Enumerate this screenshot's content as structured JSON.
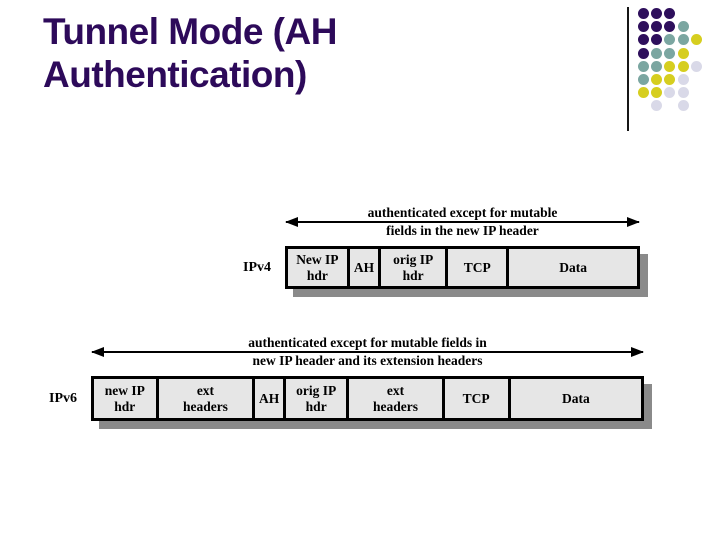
{
  "slide": {
    "title_line1": "Tunnel Mode (AH",
    "title_line2": "Authentication)"
  },
  "palette": {
    "title": "#2D0A5A",
    "box_fill": "#E6E6E6",
    "box_border": "#000000",
    "shadow": "#8A8A8A",
    "arrow": "#000000"
  },
  "decoration": {
    "colors": {
      "P": "#2E0F5C",
      "T": "#7BA6A1",
      "Y": "#D6CE1F",
      "L": "#D9D9E8"
    },
    "grid": [
      [
        "P",
        "P",
        "P",
        "",
        ""
      ],
      [
        "P",
        "P",
        "P",
        "T",
        ""
      ],
      [
        "P",
        "P",
        "T",
        "T",
        "Y"
      ],
      [
        "P",
        "T",
        "T",
        "Y",
        ""
      ],
      [
        "T",
        "T",
        "Y",
        "Y",
        "L"
      ],
      [
        "T",
        "Y",
        "Y",
        "L",
        ""
      ],
      [
        "Y",
        "Y",
        "L",
        "L",
        ""
      ],
      [
        "",
        "L",
        "",
        "L",
        ""
      ]
    ]
  },
  "diagrams": [
    {
      "protocol": "IPv4",
      "annotation_line1": "authenticated except for mutable",
      "annotation_line2": "fields in the new IP header",
      "segments": [
        {
          "label": "New IP\nhdr",
          "width_pct": 17.7
        },
        {
          "label": "AH",
          "width_pct": 9.0
        },
        {
          "label": "orig IP\nhdr",
          "width_pct": 19.2
        },
        {
          "label": "TCP",
          "width_pct": 17.5
        },
        {
          "label": "Data",
          "width_pct": 36.6
        }
      ]
    },
    {
      "protocol": "IPv6",
      "annotation_line1": "authenticated except for mutable fields in",
      "annotation_line2": "new IP header and its extension headers",
      "segments": [
        {
          "label": "new IP\nhdr",
          "width_pct": 11.8
        },
        {
          "label": "ext\nheaders",
          "width_pct": 17.7
        },
        {
          "label": "AH",
          "width_pct": 5.6
        },
        {
          "label": "orig IP\nhdr",
          "width_pct": 11.6
        },
        {
          "label": "ext\nheaders",
          "width_pct": 17.4
        },
        {
          "label": "TCP",
          "width_pct": 12.1
        },
        {
          "label": "Data",
          "width_pct": 23.8
        }
      ]
    }
  ]
}
